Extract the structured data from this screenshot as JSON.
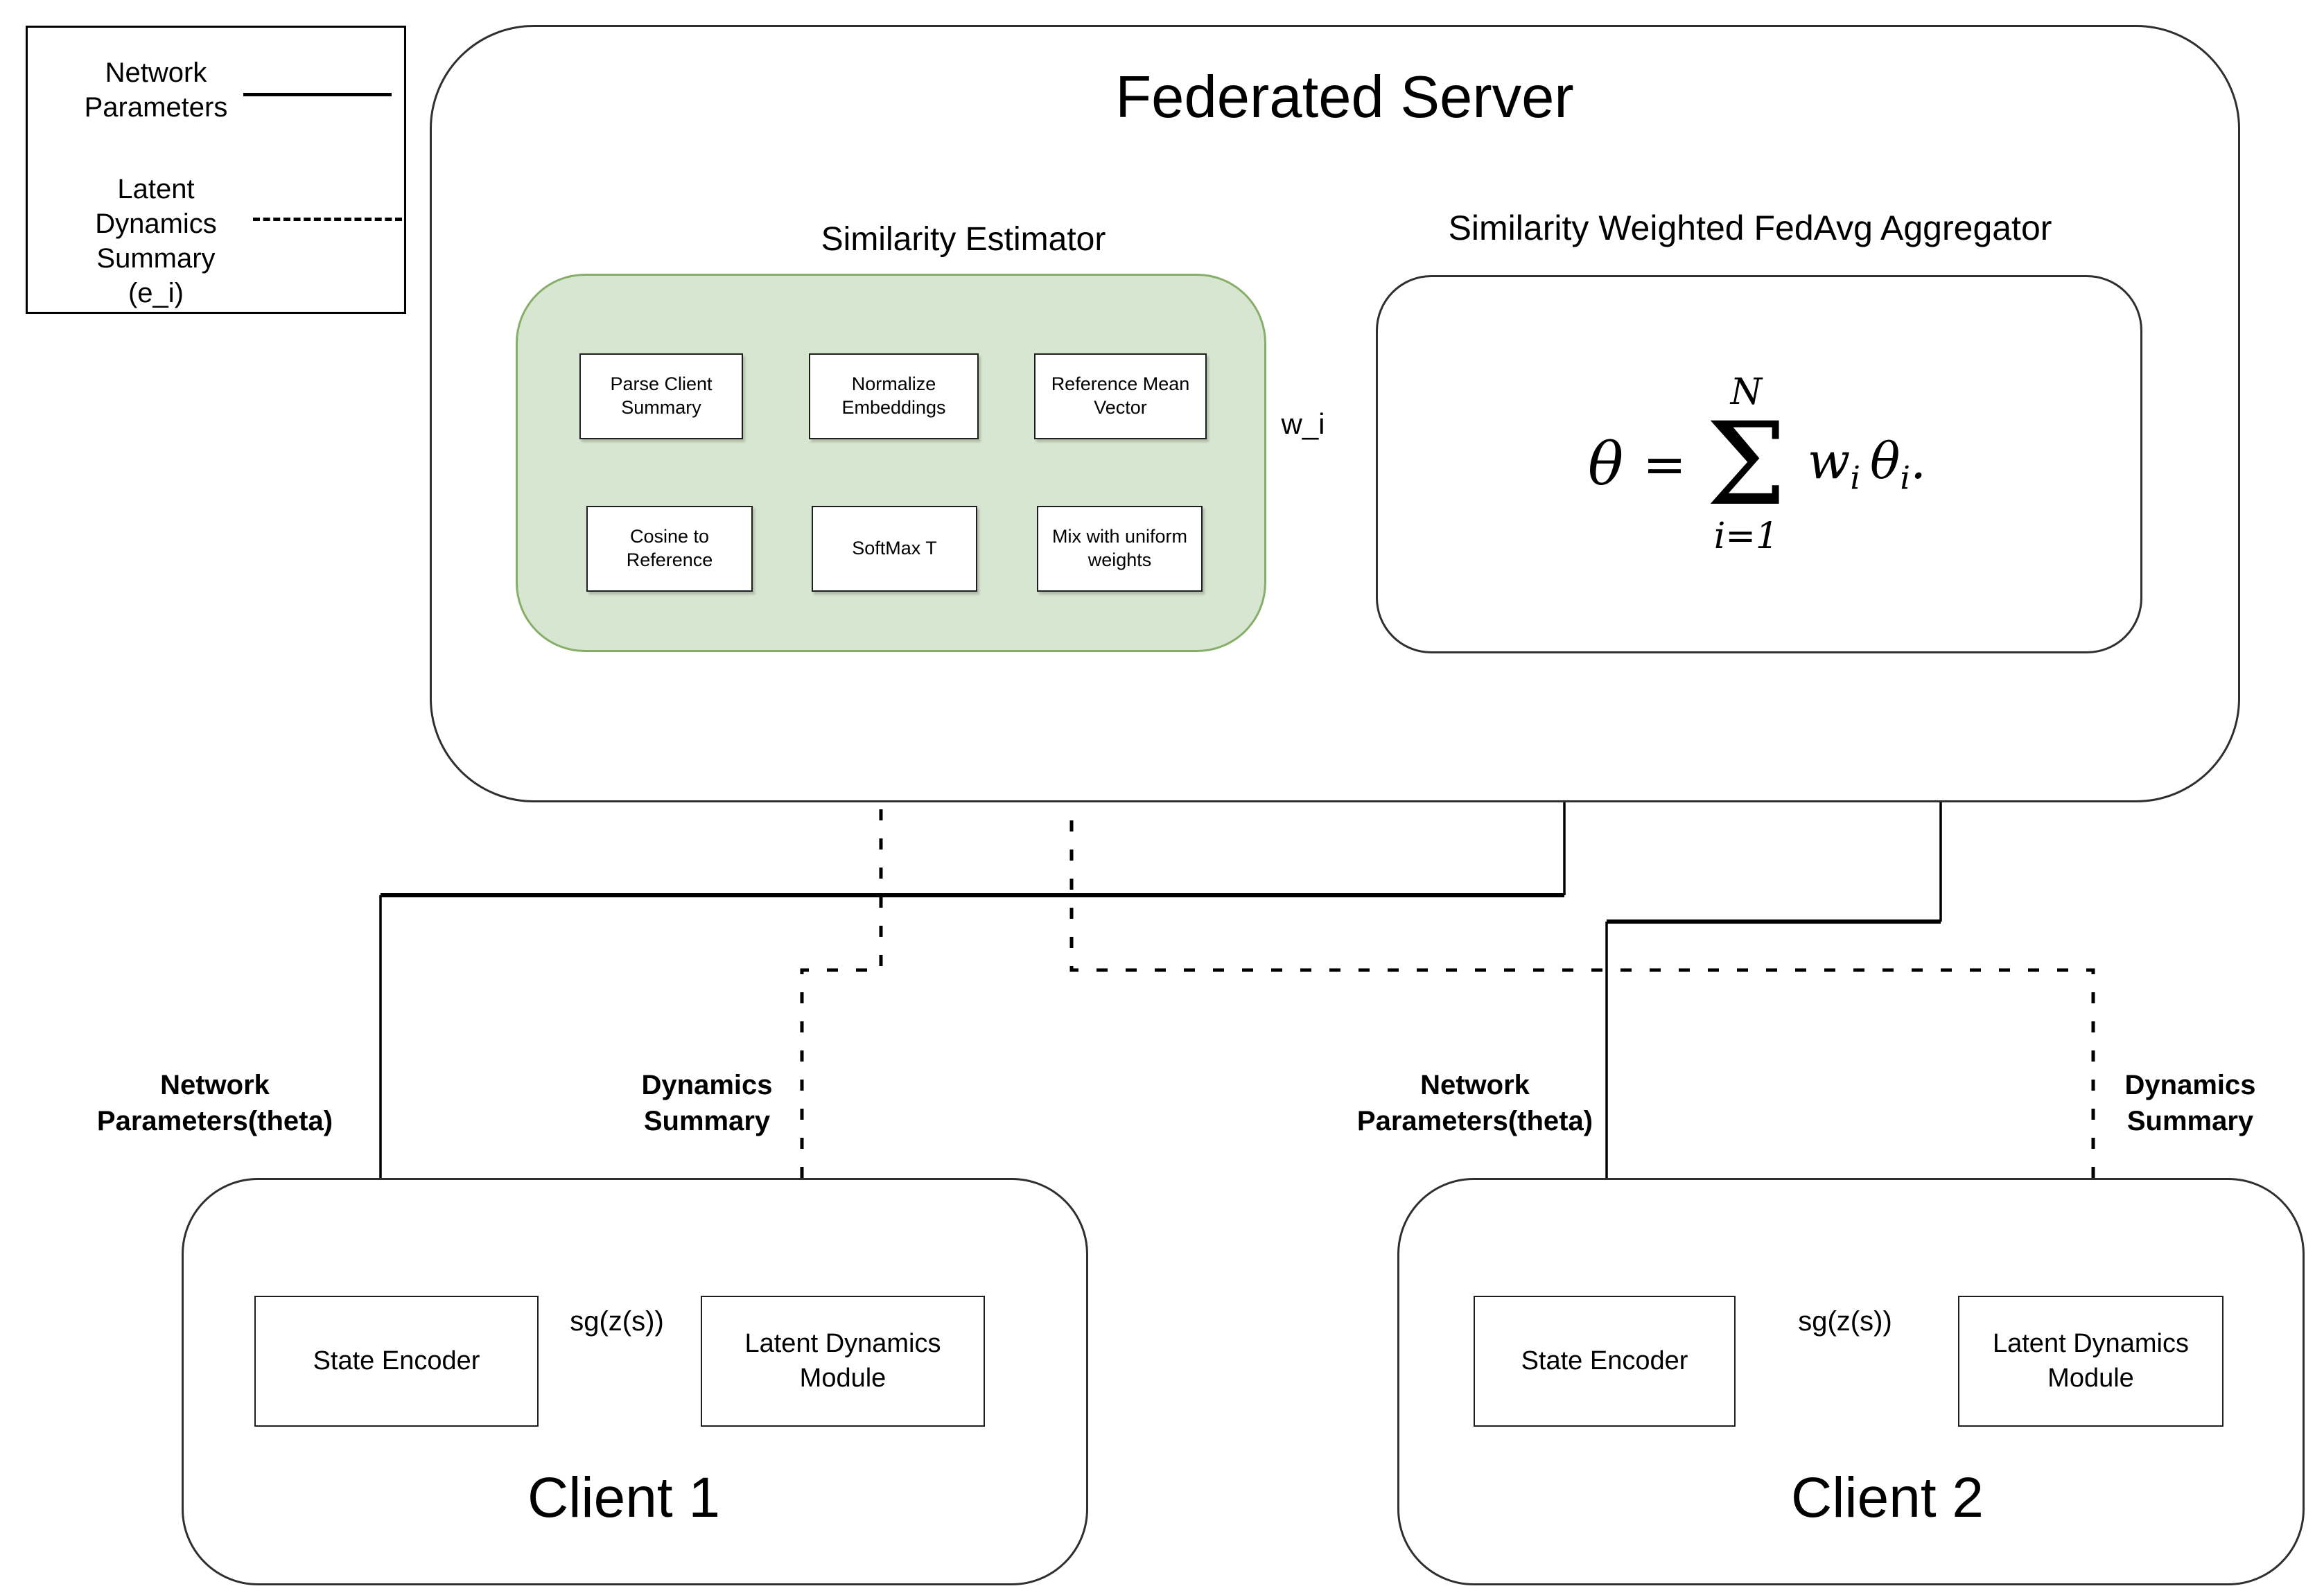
{
  "legend": {
    "items": [
      {
        "label": "Network\nParameters",
        "line_style": "solid"
      },
      {
        "label": "Latent\nDynamics\nSummary\n(e_i)",
        "line_style": "dashed"
      }
    ]
  },
  "server": {
    "title": "Federated Server",
    "estimator": {
      "title": "Similarity Estimator",
      "steps_row1": [
        "Parse Client Summary",
        "Normalize Embeddings",
        "Reference Mean Vector"
      ],
      "steps_row2": [
        "Cosine to Reference",
        "SoftMax T",
        "Mix with uniform weights"
      ],
      "output_label": "w_i"
    },
    "aggregator": {
      "title": "Similarity Weighted FedAvg Aggregator",
      "formula": {
        "lhs": "θ",
        "equals": "=",
        "sum_upper": "N",
        "sum_symbol": "Σ",
        "sum_lower": "i=1",
        "w": "w",
        "w_sub": "i",
        "theta": "θ",
        "theta_sub": "i",
        "period": "."
      }
    }
  },
  "clients": [
    {
      "title": "Client 1",
      "state_encoder": "State Encoder",
      "latent_dynamics": "Latent Dynamics\nModule",
      "edge_label": "sg(z(s))",
      "network_params_label": "Network\nParameters(theta)",
      "dynamics_summary_label": "Dynamics\nSummary"
    },
    {
      "title": "Client 2",
      "state_encoder": "State Encoder",
      "latent_dynamics": "Latent Dynamics\nModule",
      "edge_label": "sg(z(s))",
      "network_params_label": "Network\nParameters(theta)",
      "dynamics_summary_label": "Dynamics\nSummary"
    }
  ],
  "colors": {
    "estimator_fill": "#d7e6d0",
    "estimator_border": "#86ae68",
    "line": "#000000"
  }
}
